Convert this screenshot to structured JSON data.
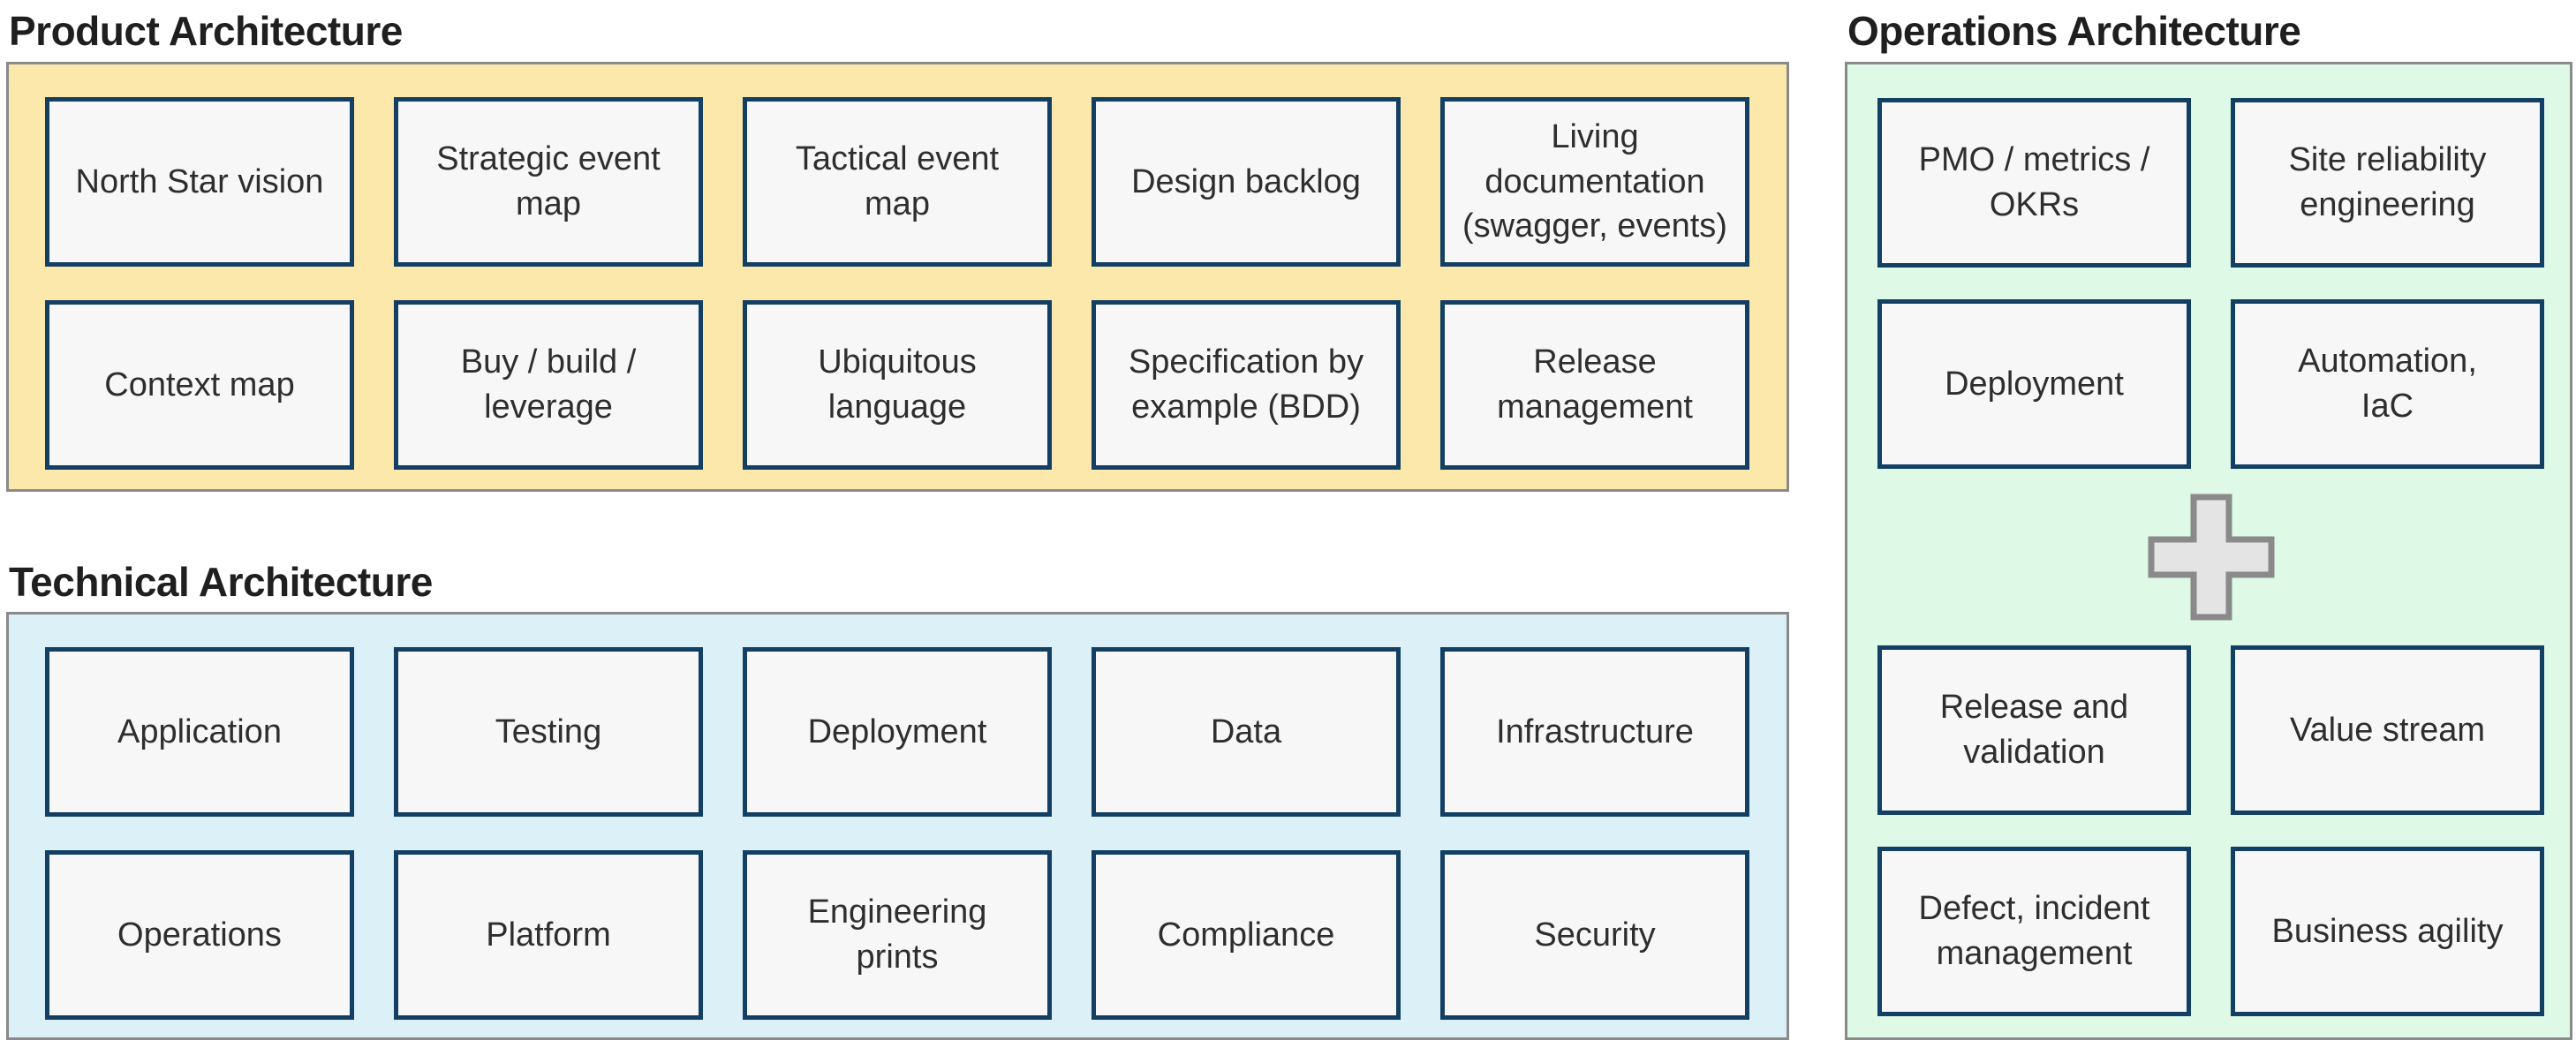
{
  "colors": {
    "product-bg": "#FCE8AB",
    "technical-bg": "#DCF0F8",
    "operations-bg": "#DEFAE7",
    "box-bg": "#F7F7F8",
    "box-border": "#123F63",
    "panel-border": "#8A8A8A",
    "plus-fill": "#E4E4E4",
    "plus-stroke": "#8A8A8A",
    "title-color": "#1F1F1F",
    "box-text": "#2E2E2E"
  },
  "icons": {
    "operations_center": "plus-icon"
  },
  "sections": {
    "product": {
      "title": "Product Architecture",
      "boxes": [
        "North Star vision",
        "Strategic event\nmap",
        "Tactical event\nmap",
        "Design backlog",
        "Living\ndocumentation\n(swagger, events)",
        "Context map",
        "Buy / build /\nleverage",
        "Ubiquitous\nlanguage",
        "Specification by\nexample (BDD)",
        "Release\nmanagement"
      ]
    },
    "technical": {
      "title": "Technical Architecture",
      "boxes": [
        "Application",
        "Testing",
        "Deployment",
        "Data",
        "Infrastructure",
        "Operations",
        "Platform",
        "Engineering\nprints",
        "Compliance",
        "Security"
      ]
    },
    "operations": {
      "title": "Operations Architecture",
      "boxes_top": [
        "PMO / metrics /\nOKRs",
        "Site reliability\nengineering",
        "Deployment",
        "Automation,\nIaC"
      ],
      "boxes_bottom": [
        "Release and\nvalidation",
        "Value stream",
        "Defect, incident\nmanagement",
        "Business agility"
      ]
    }
  }
}
